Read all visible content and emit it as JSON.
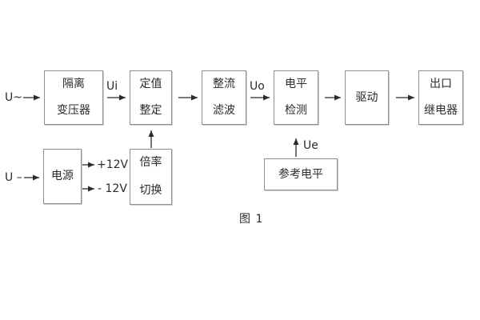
{
  "diagram": {
    "caption": "图 1",
    "io_labels": {
      "ac_input": "U~",
      "dc_input": "U –",
      "ui": "Ui",
      "uo": "Uo",
      "ue": "Ue",
      "plus12": "+12V",
      "minus12": "- 12V"
    },
    "blocks": {
      "isolation_transformer": {
        "line1": "隔离",
        "line2": "变压器"
      },
      "setting": {
        "line1": "定值",
        "line2": "整定"
      },
      "rectifier_filter": {
        "line1": "整流",
        "line2": "滤波"
      },
      "level_detect": {
        "line1": "电平",
        "line2": "检测"
      },
      "drive": {
        "label": "驱动"
      },
      "output_relay": {
        "line1": "出口",
        "line2": "继电器"
      },
      "power": {
        "label": "电源"
      },
      "ratio_switch": {
        "line1": "倍率",
        "line2": "切换"
      },
      "reference_level": {
        "label": "参考电平"
      }
    },
    "colors": {
      "background": "#ffffff",
      "box_border": "#8f8f8f",
      "line": "#2b2b2b",
      "text": "#2b2b2b"
    }
  }
}
